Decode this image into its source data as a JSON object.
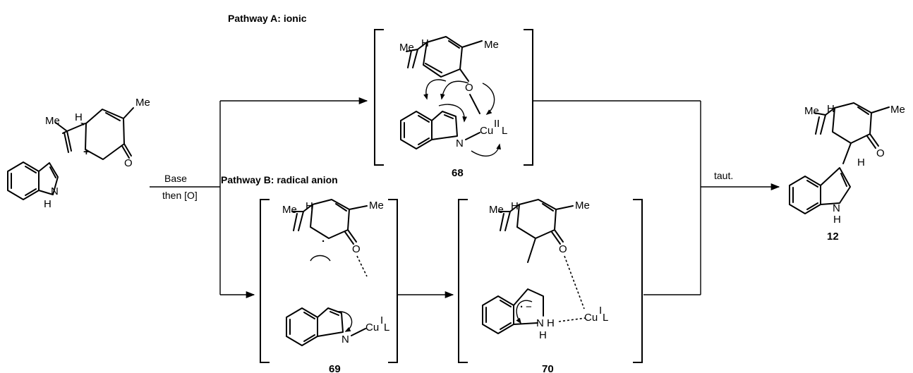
{
  "pathway_a_title": "Pathway A: ionic",
  "pathway_b_title": "Pathway B: radical anion",
  "conditions": {
    "reagent": "Base",
    "oxidant": "then [O]"
  },
  "tautomerization_label": "taut.",
  "compounds": {
    "c68": "68",
    "c69": "69",
    "c70": "70",
    "c12": "12"
  },
  "atoms": {
    "me": "Me",
    "h": "H",
    "o": "O",
    "n": "N",
    "nh_n": "N",
    "nh_h": "H",
    "plus": "+",
    "cu": "Cu",
    "cu_ox_a": "II",
    "cu_ox_b": "I",
    "ligand": "L",
    "nh": "NH",
    "radical": "·",
    "anion": "−"
  }
}
